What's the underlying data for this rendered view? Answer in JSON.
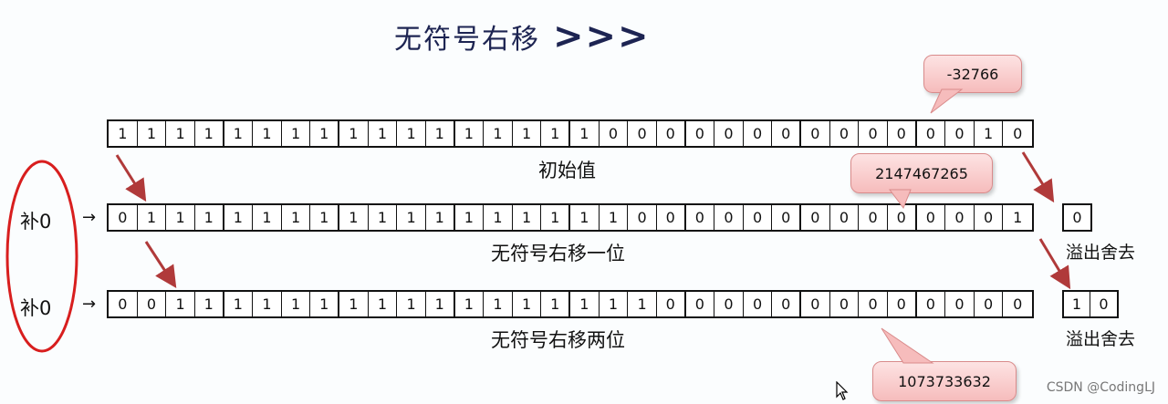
{
  "title": {
    "text": "无符号右移",
    "arrows": ">>>"
  },
  "rows": {
    "initial": {
      "label": "初始值",
      "bits": [
        "1",
        "1",
        "1",
        "1",
        "1",
        "1",
        "1",
        "1",
        "1",
        "1",
        "1",
        "1",
        "1",
        "1",
        "1",
        "1",
        "1",
        "0",
        "0",
        "0",
        "0",
        "0",
        "0",
        "0",
        "0",
        "0",
        "0",
        "0",
        "0",
        "0",
        "1",
        "0"
      ]
    },
    "shift1": {
      "label": "无符号右移一位",
      "pad_label": "补0",
      "bits": [
        "0",
        "1",
        "1",
        "1",
        "1",
        "1",
        "1",
        "1",
        "1",
        "1",
        "1",
        "1",
        "1",
        "1",
        "1",
        "1",
        "1",
        "1",
        "0",
        "0",
        "0",
        "0",
        "0",
        "0",
        "0",
        "0",
        "0",
        "0",
        "0",
        "0",
        "0",
        "1"
      ],
      "overflow_bits": [
        "0"
      ],
      "overflow_label": "溢出舍去"
    },
    "shift2": {
      "label": "无符号右移两位",
      "pad_label": "补0",
      "bits": [
        "0",
        "0",
        "1",
        "1",
        "1",
        "1",
        "1",
        "1",
        "1",
        "1",
        "1",
        "1",
        "1",
        "1",
        "1",
        "1",
        "1",
        "1",
        "1",
        "0",
        "0",
        "0",
        "0",
        "0",
        "0",
        "0",
        "0",
        "0",
        "0",
        "0",
        "0",
        "0"
      ],
      "overflow_bits": [
        "1",
        "0"
      ],
      "overflow_label": "溢出舍去"
    }
  },
  "callouts": {
    "initial_value": "-32766",
    "shift1_value": "2147467265",
    "shift2_value": "1073733632"
  },
  "watermark": "CSDN @CodingLJ",
  "colors": {
    "arrow": "#b03a3a",
    "circle": "#d81e1e",
    "title": "#1d2452"
  }
}
